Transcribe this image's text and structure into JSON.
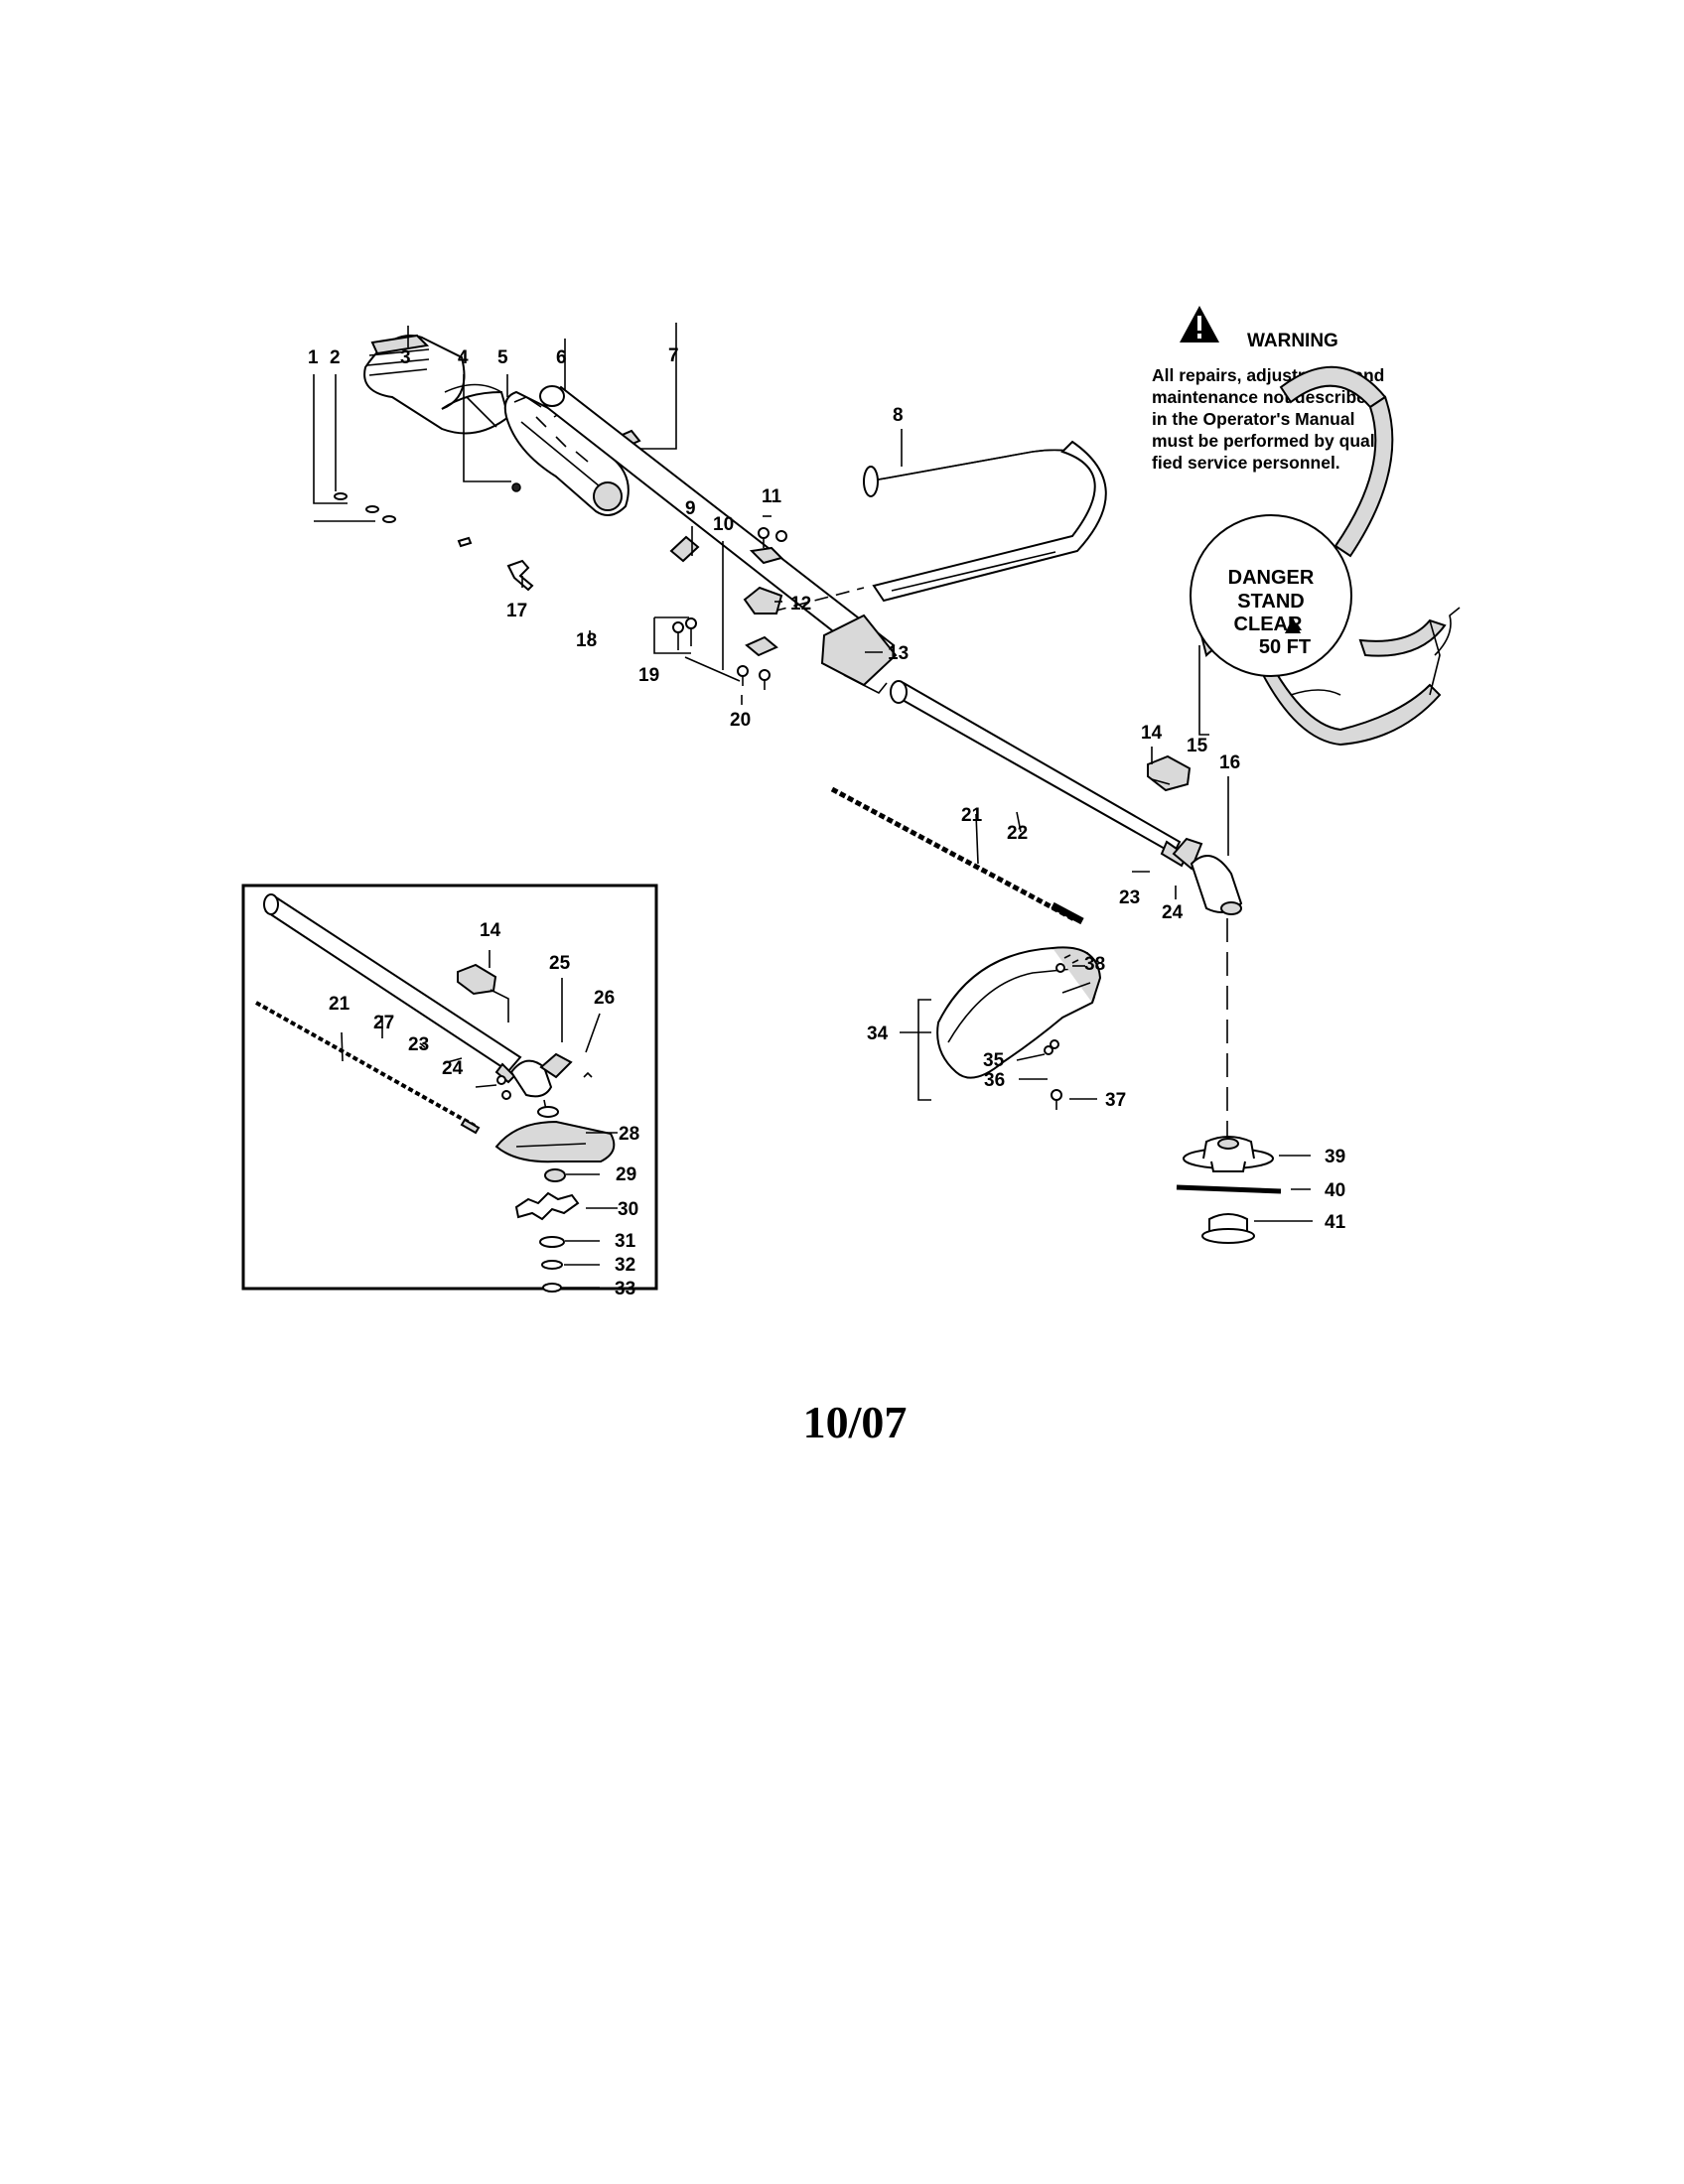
{
  "warning": {
    "title": "WARNING",
    "lines": [
      "All repairs, adjustments and",
      "maintenance not described",
      "in the Operator's Manual",
      "must be performed by quali-",
      "fied service personnel."
    ]
  },
  "danger_label": {
    "lines": [
      "DANGER",
      "STAND",
      "CLEAR",
      "50 FT"
    ]
  },
  "part_numbers": {
    "p1": "1",
    "p2": "2",
    "p3": "3",
    "p4": "4",
    "p5": "5",
    "p6": "6",
    "p7": "7",
    "p8": "8",
    "p9": "9",
    "p10": "10",
    "p11": "11",
    "p12": "12",
    "p13": "13",
    "p14": "14",
    "p15": "15",
    "p16": "16",
    "p17": "17",
    "p18": "18",
    "p19": "19",
    "p20": "20",
    "p21": "21",
    "p22": "22",
    "p23": "23",
    "p24": "24",
    "p25": "25",
    "p26": "26",
    "p27": "27",
    "p28": "28",
    "p29": "29",
    "p30": "30",
    "p31": "31",
    "p32": "32",
    "p33": "33",
    "p34": "34",
    "p35": "35",
    "p36": "36",
    "p37": "37",
    "p38": "38",
    "p39": "39",
    "p40": "40",
    "p41": "41"
  },
  "footer": {
    "date": "10/07"
  }
}
